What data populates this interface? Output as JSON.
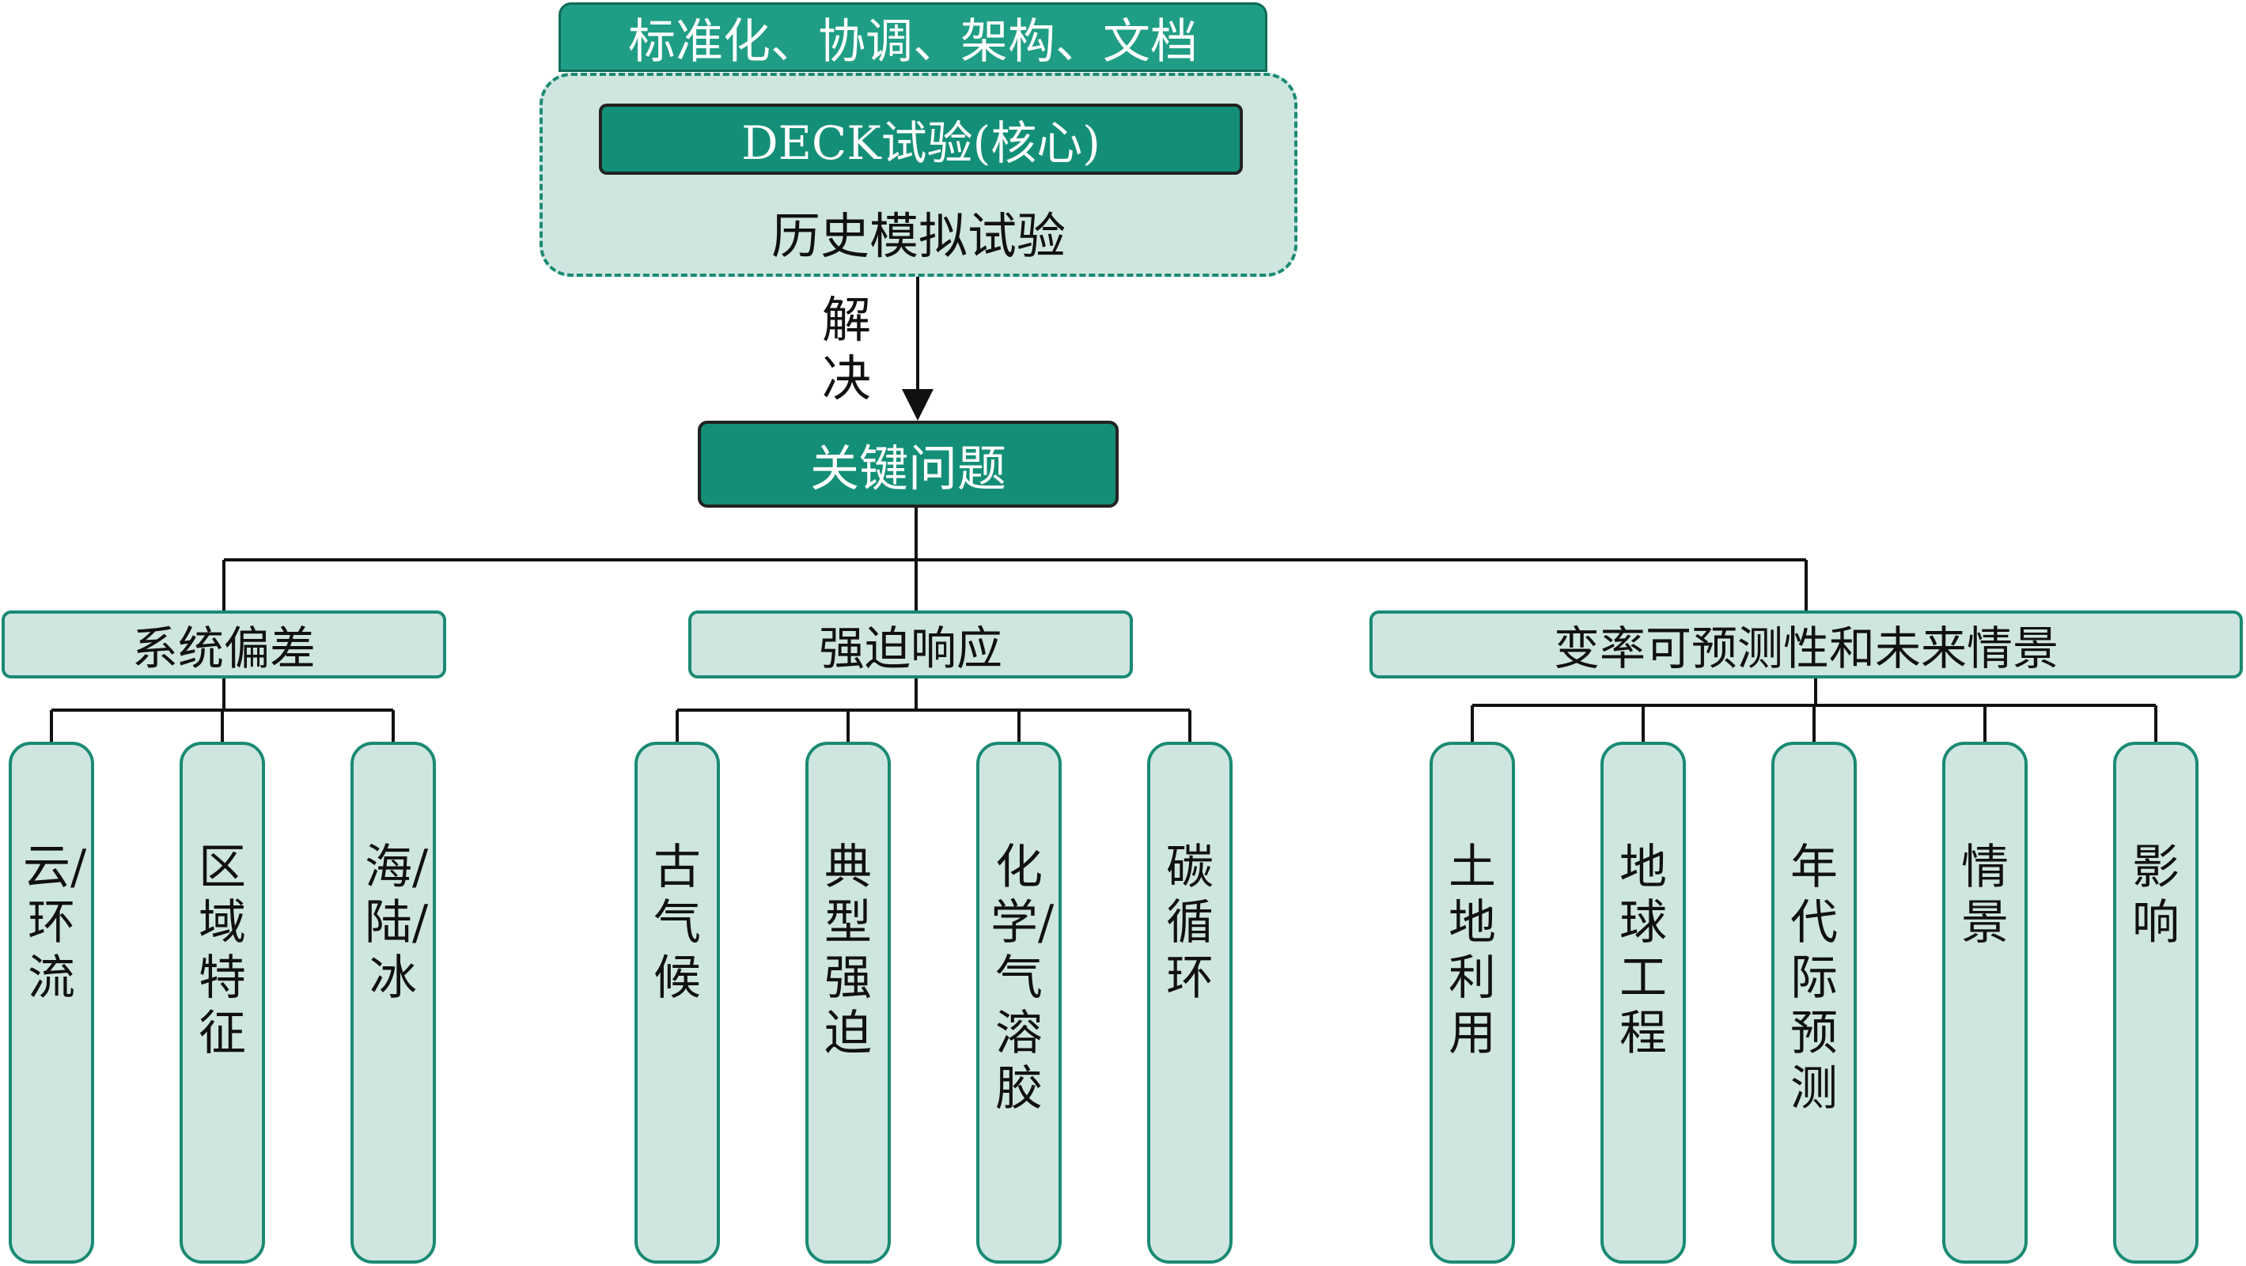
{
  "top": {
    "banner": "标准化、协调、架构、文档",
    "core": "DECK试验(核心)",
    "historical": "历史模拟试验"
  },
  "arrow_label": "解决",
  "key_issue": "关键问题",
  "categories": [
    {
      "label": "系统偏差",
      "items": [
        "云/环流",
        "区域特征",
        "海/陆/冰"
      ]
    },
    {
      "label": "强迫响应",
      "items": [
        "古气候",
        "典型强迫",
        "化学/气溶胶",
        "碳循环"
      ]
    },
    {
      "label": "变率可预测性和未来情景",
      "items": [
        "土地利用",
        "地球工程",
        "年代际预测",
        "情景",
        "影响"
      ]
    }
  ],
  "colors": {
    "dark_teal": "#138f77",
    "banner_teal": "#1f9e85",
    "light_fill": "#cfe6e0",
    "border_teal": "#1a8a73"
  }
}
